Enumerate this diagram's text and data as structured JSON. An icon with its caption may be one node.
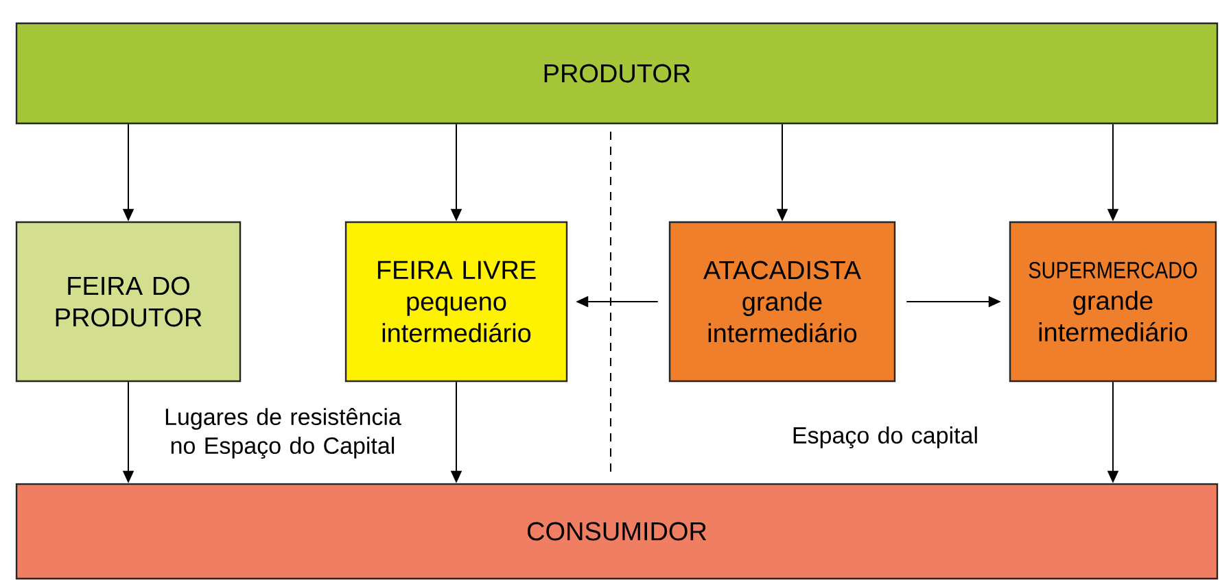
{
  "diagram": {
    "nodes": [
      {
        "text": [
          "PRODUTOR"
        ]
      },
      {
        "text": [
          "FEIRA DO PRODUTOR"
        ]
      },
      {
        "text": [
          "FEIRA LIVRE",
          "pequeno intermediário"
        ]
      },
      {
        "text": [
          "ATACADISTA",
          "grande intermediário"
        ]
      },
      {
        "text": [
          "SUPERMERCADO",
          "grande intermediário"
        ]
      },
      {
        "text": [
          "CONSUMIDOR"
        ]
      }
    ],
    "edges": [
      {
        "from": 0,
        "to": 1,
        "arrow": "to"
      },
      {
        "from": 0,
        "to": 2,
        "arrow": "to"
      },
      {
        "from": 0,
        "to": 3,
        "arrow": "to"
      },
      {
        "from": 0,
        "to": 4,
        "arrow": "to"
      },
      {
        "from": 3,
        "to": 2,
        "arrow": "to"
      },
      {
        "from": 3,
        "to": 4,
        "arrow": "to"
      },
      {
        "from": 1,
        "to": 5,
        "arrow": "to"
      },
      {
        "from": 2,
        "to": 5,
        "arrow": "to"
      },
      {
        "from": 4,
        "to": 5,
        "arrow": "to"
      }
    ],
    "labels": [
      "Lugares de resistência no Espaço do Capital",
      "Espaço do capital"
    ]
  }
}
